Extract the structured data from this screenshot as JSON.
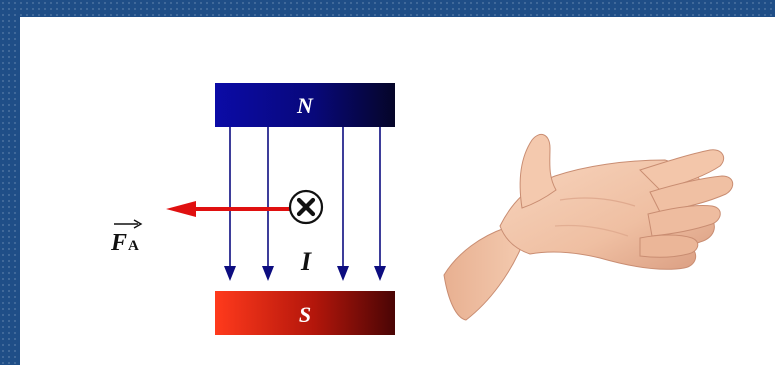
{
  "diagram": {
    "north_pole_label": "N",
    "south_pole_label": "S",
    "current_label": "I",
    "force_label": "F",
    "force_subscript": "A"
  },
  "colors": {
    "background": "#1f4e87",
    "north_pole": "#0a0a8c",
    "south_pole": "#b01208",
    "field_lines": "#0d0d80",
    "force_arrow": "#e01010",
    "skin": "#f2c3a8"
  },
  "icons": {
    "current": "cross-in-circle-icon",
    "hand": "open-hand-icon"
  }
}
